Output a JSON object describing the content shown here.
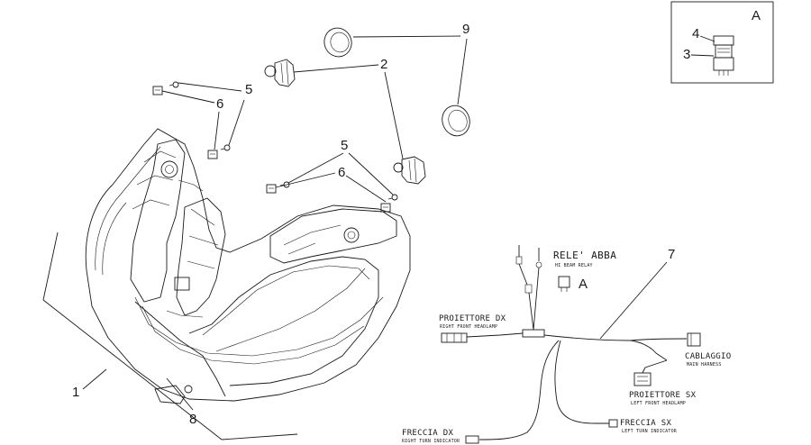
{
  "detail_box_label": "A",
  "callouts": {
    "c1": "1",
    "c2": "2",
    "c3": "3",
    "c4": "4",
    "c5a": "5",
    "c5b": "5",
    "c6a": "6",
    "c6b": "6",
    "c7": "7",
    "c8": "8",
    "c9": "9",
    "cA": "A"
  },
  "wiring": {
    "relay": {
      "name": "RELE' ABBA",
      "sub": "HI BEAM RELAY"
    },
    "proj_dx": {
      "name": "PROIETTORE DX",
      "sub": "RIGHT FRONT HEADLAMP"
    },
    "proj_sx": {
      "name": "PROIETTORE SX",
      "sub": "LEFT FRONT HEADLAMP"
    },
    "main_harness": {
      "name": "CABLAGGIO",
      "sub": "MAIN HARNESS"
    },
    "freccia_dx": {
      "name": "FRECCIA DX",
      "sub": "RIGHT TURN INDICATOR"
    },
    "freccia_sx": {
      "name": "FRECCIA SX",
      "sub": "LEFT TURN INDICATOR"
    }
  }
}
